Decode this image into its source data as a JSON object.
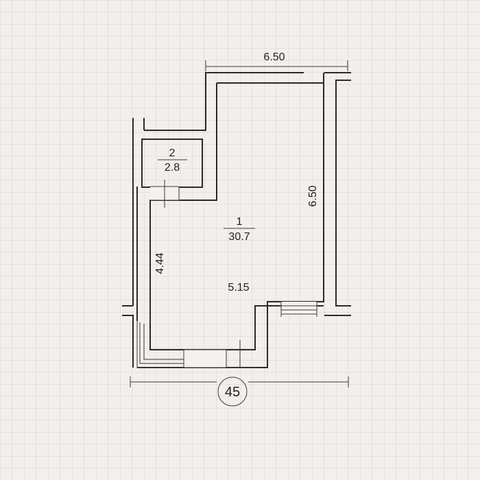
{
  "plan": {
    "top_dimension": "6.50",
    "right_dimension": "6.50",
    "left_dimension": "4.44",
    "interior_dimension": "5.15",
    "bottom_marker": "45",
    "rooms": [
      {
        "number": "1",
        "area": "30.7"
      },
      {
        "number": "2",
        "area": "2.8"
      }
    ]
  }
}
